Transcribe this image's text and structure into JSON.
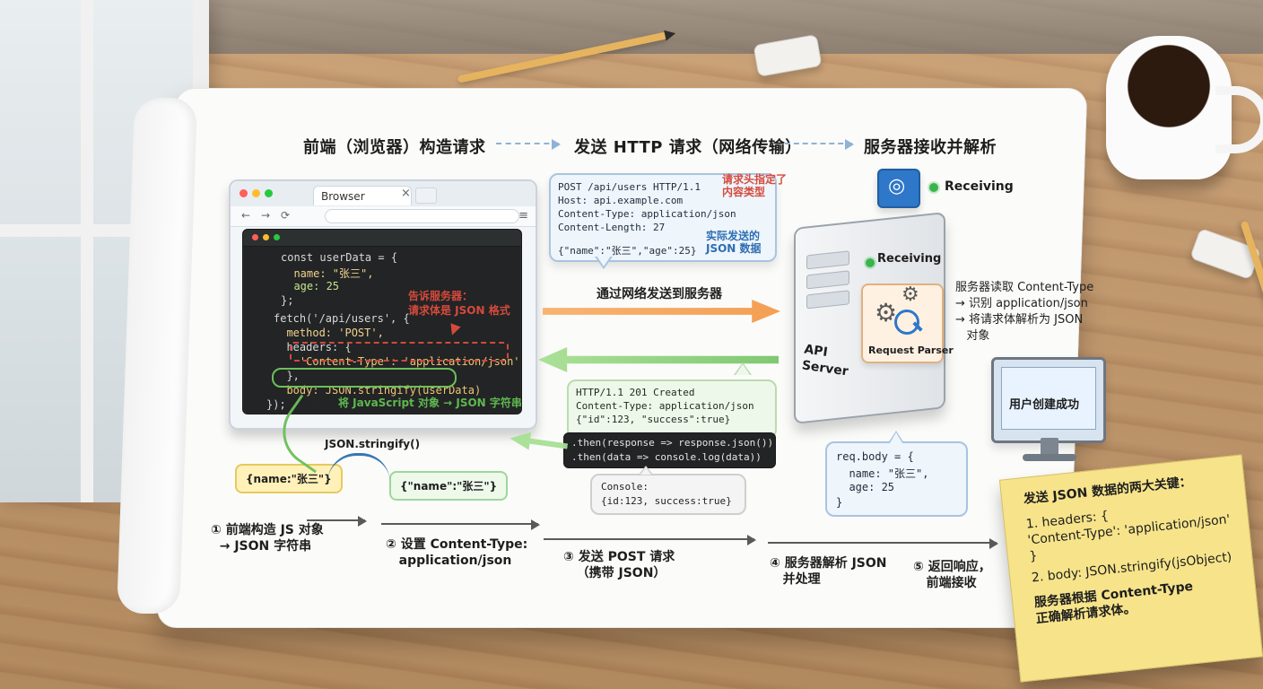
{
  "titles": {
    "left": "前端（浏览器）构造请求",
    "middle": "发送 HTTP 请求（网络传输）",
    "right": "服务器接收并解析"
  },
  "browser": {
    "tab_title": "Browser"
  },
  "code_lines": {
    "l1": "const userData = {",
    "l2": "  name: \"张三\",",
    "l3": "  age: 25",
    "l4": "};",
    "l5": "fetch('/api/users', {",
    "l6": "  method: 'POST',",
    "l7": "  headers: {",
    "l8": "    'Content-Type': 'application/json'",
    "l9": "  },",
    "l10": "  body: JSON.stringify(userData)",
    "l11": "});"
  },
  "code_notes": {
    "server_hint": "告诉服务器：\n请求体是 JSON 格式",
    "stringify_hint": "将 JavaScript 对象 → JSON 字符串"
  },
  "request": {
    "line1": "POST /api/users HTTP/1.1",
    "line2": "Host: api.example.com",
    "line3": "Content-Type: application/json",
    "line4": "Content-Length: 27",
    "line5": "{\"name\":\"张三\",\"age\":25}",
    "ann_header": "请求头指定了\n内容类型",
    "ann_data": "实际发送的\nJSON 数据"
  },
  "network": {
    "send_text": "通过网络发送到服务器"
  },
  "response": {
    "line1": "HTTP/1.1 201 Created",
    "line2": "Content-Type: application/json",
    "line3": "{\"id\":123, \"success\":true}",
    "then1": ".then(response => response.json())",
    "then2": ".then(data => console.log(data))",
    "console1": "Console:",
    "console2": "{id:123, success:true}"
  },
  "server": {
    "receiving_top": "Receiving",
    "receiving_side": "Receiving",
    "label": "API\nServer",
    "parser": "Request Parser",
    "note": "服务器读取 Content-Type\n→ 识别 application/json\n→ 将请求体解析为 JSON\n   对象",
    "req_body1": "req.body = {",
    "req_body2": "  name: \"张三\",",
    "req_body3": "  age: 25",
    "req_body4": "}",
    "monitor_text": "用户创建成功"
  },
  "stringify_demo": {
    "label": "JSON.stringify()",
    "obj": "{name:\"张三\"}",
    "json": "{\"name\":\"张三\"}"
  },
  "steps": {
    "s1": "① 前端构造 JS 对象\n  → JSON 字符串",
    "s2": "② 设置 Content-Type:\n   application/json",
    "s3": "③ 发送 POST 请求\n   （携带 JSON）",
    "s4": "④ 服务器解析 JSON\n   并处理",
    "s5": "⑤ 返回响应，\n   前端接收"
  },
  "sticky": {
    "title": "发送 JSON 数据的两大关键：",
    "k1": "1. headers: {",
    "k1b": "   'Content-Type': 'application/json'",
    "k1c": "}",
    "k2": "2. body: JSON.stringify(jsObject)",
    "k3": "服务器根据 Content-Type",
    "k4": "正确解析请求体。"
  },
  "colors": {
    "orange_arrow": "#f39a4a",
    "green_arrow": "#79c66b",
    "blue_dash": "#8fb2d6",
    "red_note": "#d64a3c"
  }
}
